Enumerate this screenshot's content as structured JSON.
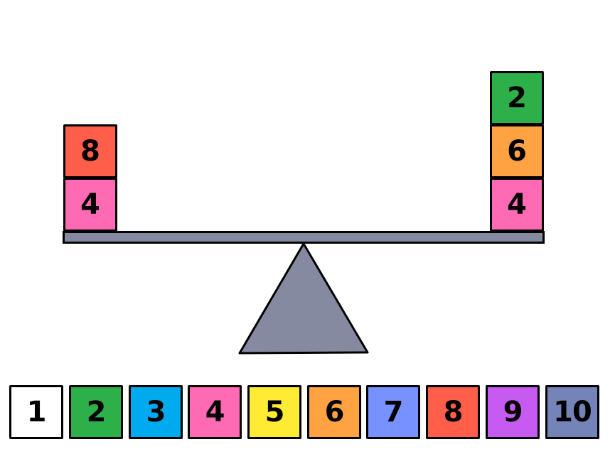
{
  "colors": {
    "beam": "#868aa0",
    "fulcrum": "#868aa0",
    "stroke": "#000000"
  },
  "scale": {
    "left_pan": {
      "blocks": [
        {
          "label": "8",
          "color": "#ff5e4a"
        },
        {
          "label": "4",
          "color": "#ff6ab4"
        }
      ]
    },
    "right_pan": {
      "blocks": [
        {
          "label": "2",
          "color": "#2db04a"
        },
        {
          "label": "6",
          "color": "#ffa342"
        },
        {
          "label": "4",
          "color": "#ff6ab4"
        }
      ]
    }
  },
  "tray": {
    "tiles": [
      {
        "label": "1",
        "color": "#ffffff"
      },
      {
        "label": "2",
        "color": "#2db04a"
      },
      {
        "label": "3",
        "color": "#00aaee"
      },
      {
        "label": "4",
        "color": "#ff6ab4"
      },
      {
        "label": "5",
        "color": "#ffeb33"
      },
      {
        "label": "6",
        "color": "#ffa342"
      },
      {
        "label": "7",
        "color": "#7792ff"
      },
      {
        "label": "8",
        "color": "#ff5e4a"
      },
      {
        "label": "9",
        "color": "#c75af0"
      },
      {
        "label": "10",
        "color": "#7484b8"
      }
    ]
  }
}
